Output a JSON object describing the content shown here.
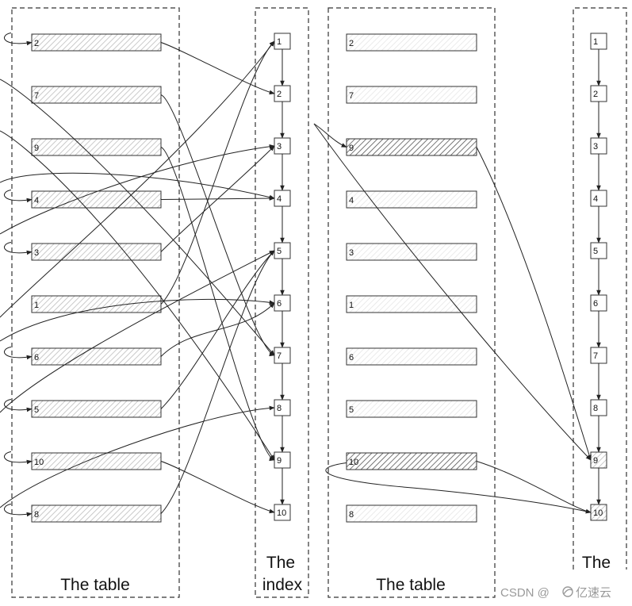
{
  "left_panel": {
    "table_title": "The table",
    "index_title_line1": "The",
    "index_title_line2": "index",
    "table_rows": [
      "2",
      "7",
      "9",
      "4",
      "3",
      "1",
      "6",
      "5",
      "10",
      "8"
    ],
    "index_nodes": [
      "1",
      "2",
      "3",
      "4",
      "5",
      "6",
      "7",
      "8",
      "9",
      "10"
    ]
  },
  "right_panel": {
    "table_title": "The table",
    "index_title": "The",
    "table_rows": [
      "2",
      "7",
      "9",
      "4",
      "3",
      "1",
      "6",
      "5",
      "10",
      "8"
    ],
    "index_nodes": [
      "1",
      "2",
      "3",
      "4",
      "5",
      "6",
      "7",
      "8",
      "9",
      "10"
    ],
    "highlighted_rows": [
      "9",
      "10"
    ],
    "highlighted_nodes": [
      "9",
      "10"
    ]
  },
  "watermark": {
    "source": "CSDN @",
    "brand": "亿速云"
  },
  "colors": {
    "stroke": "#333333",
    "hatch_light": "#bdbdbd",
    "hatch_dark": "#555555",
    "watermark": "#9a9a9a"
  }
}
